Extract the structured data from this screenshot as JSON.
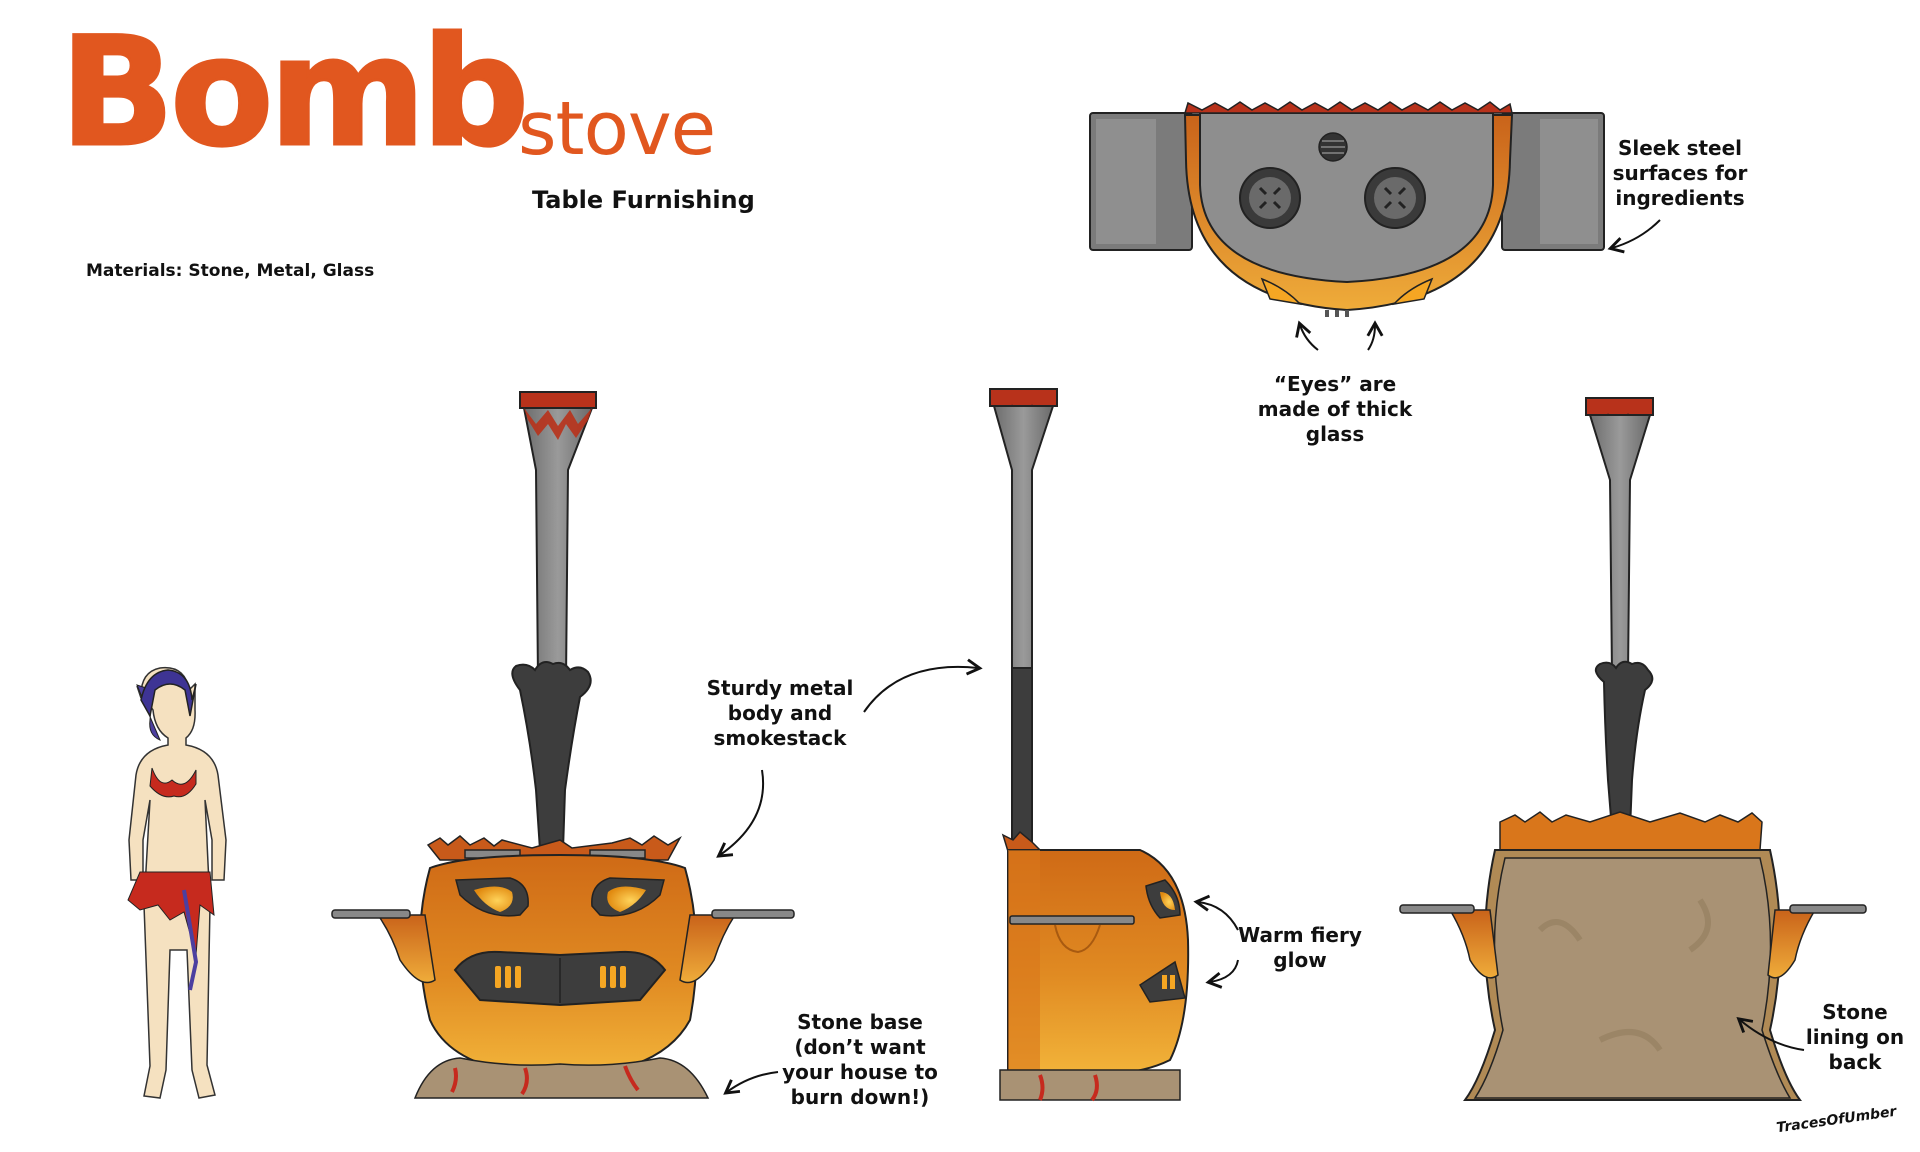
{
  "title": {
    "main": "Bomb",
    "secondary": "stove"
  },
  "subtitle": "Table Furnishing",
  "materials": "Materials: Stone, Metal, Glass",
  "annotations": {
    "steel": [
      "Sleek steel",
      "surfaces for",
      "ingredients"
    ],
    "eyes": [
      "“Eyes” are",
      "made of thick",
      "glass"
    ],
    "body": [
      "Sturdy metal",
      "body and",
      "smokestack"
    ],
    "glow": [
      "Warm fiery",
      "glow"
    ],
    "base": [
      "Stone base",
      "(don’t want",
      "your house to",
      "burn down!)"
    ],
    "lining": [
      "Stone",
      "lining on",
      "back"
    ]
  },
  "signature": "TracesOfUmber",
  "colors": {
    "accent_orange": "#e1571f",
    "body_orange": "#d9761b",
    "body_yellow": "#f2b43a",
    "steel": "#8c8c8c",
    "dark_metal": "#3d3d3d",
    "stone": "#a99274",
    "cap_red": "#b8321b",
    "glow": "#f5a623"
  }
}
